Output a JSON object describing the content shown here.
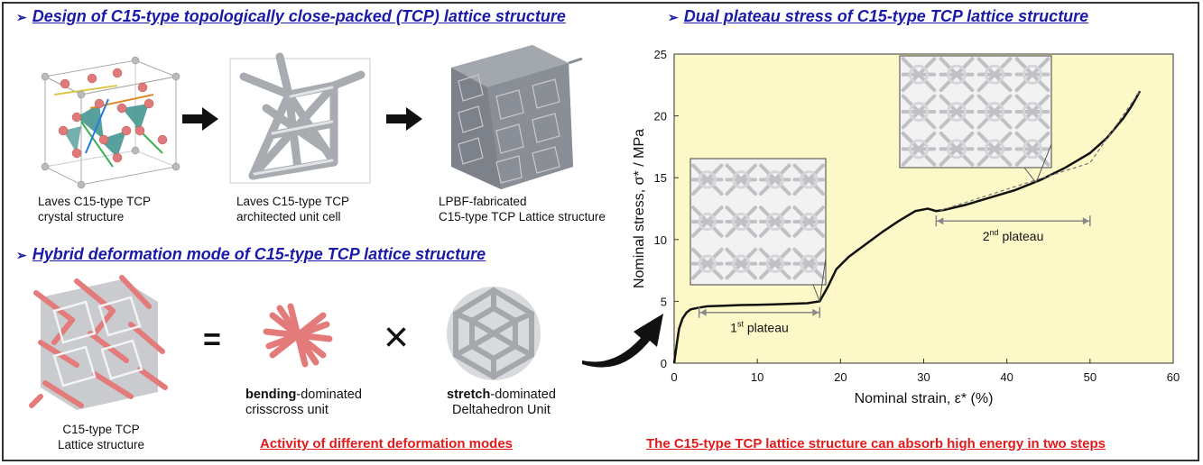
{
  "sections": {
    "design_title": "Design of C15-type topologically close-packed (TCP) lattice structure",
    "hybrid_title": "Hybrid deformation mode of C15-type TCP lattice structure",
    "dual_title": "Dual plateau stress of C15-type TCP lattice structure"
  },
  "design": {
    "cap1_line1": "Laves C15-type TCP",
    "cap1_line2": "crystal structure",
    "cap2_line1": "Laves C15-type TCP",
    "cap2_line2": "architected unit cell",
    "cap3_line1": "LPBF-fabricated",
    "cap3_line2": "C15-type TCP Lattice structure"
  },
  "hybrid": {
    "cap1_line1": "C15-type TCP",
    "cap1_line2": "Lattice structure",
    "equals": "=",
    "times": "×",
    "bending_bold": "bending",
    "bending_rest": "-dominated",
    "bending_line2": "crisscross unit",
    "stretch_bold": "stretch",
    "stretch_rest": "-dominated",
    "stretch_line2": "Deltahedron Unit",
    "note": "Activity of different deformation modes"
  },
  "chart_note": "The C15-type TCP lattice structure can absorb high energy in two steps",
  "chart_data": {
    "type": "line",
    "xlabel": "Nominal strain, ε* (%)",
    "ylabel": "Nominal stress, σ* / MPa",
    "xlim": [
      0,
      60
    ],
    "ylim": [
      0,
      25
    ],
    "xticks": [
      0,
      10,
      20,
      30,
      40,
      50,
      60
    ],
    "yticks": [
      0,
      5,
      10,
      15,
      20,
      25
    ],
    "background": "#fdf8c8",
    "series": [
      {
        "x": [
          0,
          0.3,
          0.6,
          1.0,
          1.5,
          2.0,
          3.0,
          4.0,
          6.0,
          8.0,
          10.0,
          12.0,
          14.0,
          16.0,
          17.5,
          18.5,
          19.5,
          21.0,
          23.0,
          25.0,
          27.0,
          29.0,
          30.5,
          31.5,
          32.5,
          35.0,
          38.0,
          41.0,
          44.0,
          47.0,
          50.0,
          52.0,
          54.0,
          55.0,
          56.0
        ],
        "y": [
          0,
          1.5,
          2.8,
          3.6,
          4.1,
          4.35,
          4.5,
          4.6,
          4.65,
          4.7,
          4.72,
          4.75,
          4.8,
          4.85,
          5.0,
          6.2,
          7.6,
          8.6,
          9.6,
          10.6,
          11.5,
          12.3,
          12.5,
          12.3,
          12.4,
          12.8,
          13.4,
          14.0,
          14.8,
          15.8,
          17.0,
          18.2,
          19.8,
          20.8,
          22.0
        ]
      }
    ],
    "annotations": {
      "plateau1": {
        "label": "1",
        "sup": "st",
        "rest": " plateau",
        "x_from": 3,
        "x_to": 17.5,
        "y": 4.1
      },
      "plateau2": {
        "label": "2",
        "sup": "nd",
        "rest": " plateau",
        "x_from": 31.5,
        "x_to": 50,
        "y": 11.5
      }
    }
  }
}
